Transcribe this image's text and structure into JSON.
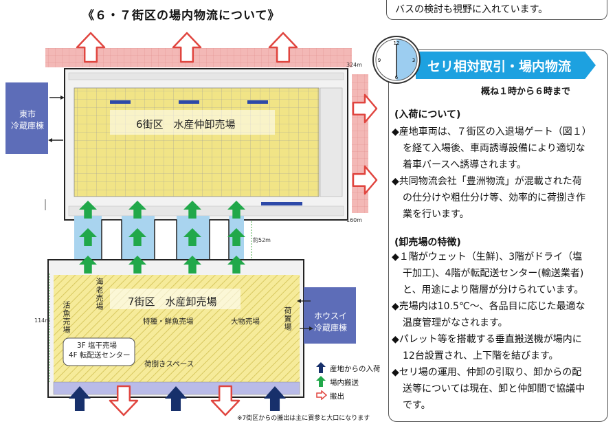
{
  "title": "《６・７街区の場内物流について》",
  "top_text": "バスの検討も視野に入れています。",
  "panel": {
    "banner": "セリ相対取引・場内物流",
    "hours": "概ね１時から６時まで",
    "clock_labels": [
      "12",
      "3",
      "6",
      "9"
    ],
    "section1_title": "(入荷について)",
    "section1_items": [
      [
        "◆産地車両は、７街区の入退場ゲート（図１）",
        "を経て入場後、車両誘導設備により適切な",
        "着車バースへ誘導されます。"
      ],
      [
        "◆共同物流会社「豊洲物流」が混載された荷",
        "の仕分けや粗仕分け等、効率的に荷捌き作",
        "業を行います。"
      ]
    ],
    "section2_title": "(卸売場の特徴)",
    "section2_items": [
      [
        "◆１階がウェット（生鮮)、3階がドライ（塩",
        "干加工)、4階が転配送センター(輸送業者)",
        "と、用途により階層が分けられています。"
      ],
      [
        "◆売場内は10.5℃～、各品目に応じた最適な",
        "温度管理がなされます。"
      ],
      [
        "◆パレット等を搭載する垂直搬送機が場内に",
        "12台設置され、上下階を結びます。"
      ],
      [
        "◆セリ場の運用、仲卸の引取り、卸からの配",
        "送等については現在、卸と仲卸間で協議中",
        "です。"
      ]
    ]
  },
  "map": {
    "block6_label": "6街区　水産仲卸売場",
    "block7_label": "7街区　水産卸売場",
    "east_cold": [
      "東市",
      "冷蔵庫棟"
    ],
    "hosui_cold": [
      "ホウスイ",
      "冷蔵庫棟"
    ],
    "ebi": "海老売場",
    "katsugyo": "活魚売場",
    "tokushu": "特種・鮮魚売場",
    "taimono": "大物売場",
    "nioki": "荷置場",
    "nisabaki": "荷捌きスペース",
    "floor_note": [
      "3F  塩干売場",
      "4F  転配送センター"
    ],
    "dims": {
      "d324": "324m",
      "d160": "160m",
      "d52": "約52m",
      "d114": "114m"
    }
  },
  "legend": {
    "inbound": "産地からの入荷",
    "internal": "場内搬送",
    "outbound": "搬出"
  },
  "footnote": "※7街区からの搬出は主に買参と大口になります",
  "colors": {
    "banner": "#1da1e0",
    "grid_yellow": "#f1e486",
    "block7_yellow": "#f6eb9a",
    "cold_blue": "#5d6db8",
    "arrow_green": "#21a84a",
    "arrow_navy": "#17306b",
    "arrow_red": "#e0453f",
    "road_pink": "#f3b8b6",
    "bridge_blue": "#a9d4ef"
  }
}
